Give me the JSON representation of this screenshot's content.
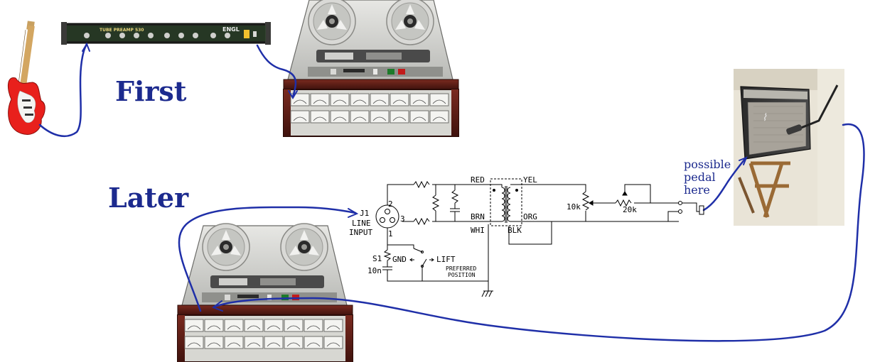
{
  "headings": {
    "first": "First",
    "later": "Later"
  },
  "preamp": {
    "model_text": "TUBE PREAMP 530",
    "brand": "ENGL"
  },
  "pedal_note": [
    "possible",
    "pedal",
    "here"
  ],
  "schematic": {
    "jack_ref": "J1",
    "jack_line": "LINE",
    "jack_input": "INPUT",
    "pin_1": "1",
    "pin_2": "2",
    "pin_3": "3",
    "wire_red": "RED",
    "wire_yel": "YEL",
    "wire_brn": "BRN",
    "wire_org": "ORG",
    "wire_whi": "WHI",
    "wire_blk": "BLK",
    "pot_10k": "10k",
    "pot_20k": "20k",
    "switch_ref": "S1",
    "switch_gnd": "GND",
    "switch_lift": "LIFT",
    "cap_10n": "10n",
    "preferred_line1": "PREFERRED",
    "preferred_line2": "POSITION"
  },
  "colors": {
    "cable": "#1f2fa8",
    "heading": "#1c2a8e",
    "guitar_body": "#e8201c",
    "deck_wood": "#5a1a14"
  }
}
